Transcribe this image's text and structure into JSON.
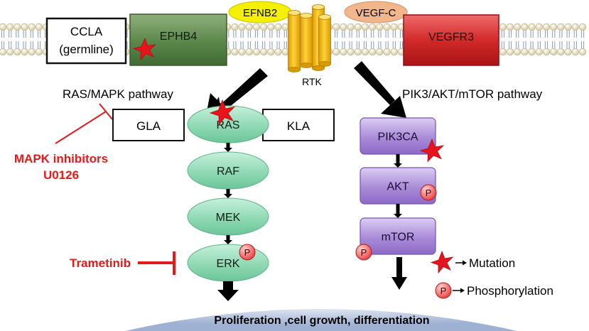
{
  "membrane": {
    "ccla_line1": "CCLA",
    "ccla_line2": "(germline)",
    "ephb4": "EPHB4",
    "efnb2": "EFNB2",
    "rtk": "RTK",
    "vegfc": "VEGF-C",
    "vegfr3": "VEGFR3"
  },
  "left_pathway": {
    "title": "RAS/MAPK pathway",
    "gla": "GLA",
    "kla": "KLA",
    "nodes": [
      "RAS",
      "RAF",
      "MEK",
      "ERK"
    ],
    "inhibitor_line1": "MAPK inhibitors",
    "inhibitor_line2": "U0126",
    "trametinib": "Trametinib"
  },
  "right_pathway": {
    "title": "PIK3/AKT/mTOR pathway",
    "nodes": [
      "PIK3CA",
      "AKT",
      "mTOR"
    ]
  },
  "legend": {
    "mutation": "Mutation",
    "phosphorylation": "Phosphorylation",
    "p_symbol": "P"
  },
  "outcome": "Proliferation ,cell growth, differentiation",
  "colors": {
    "inhibitor_red": "#e31b1b",
    "green_node": "#8fd9b4",
    "purple_node": "#a98bd8",
    "ephb4_green": "#5e8a4e",
    "vegfr3_red": "#d42a2a",
    "rtk_yellow": "#f2b500",
    "efnb2_yellow": "#f4f000",
    "vegfc_orange": "#f2b68c"
  }
}
